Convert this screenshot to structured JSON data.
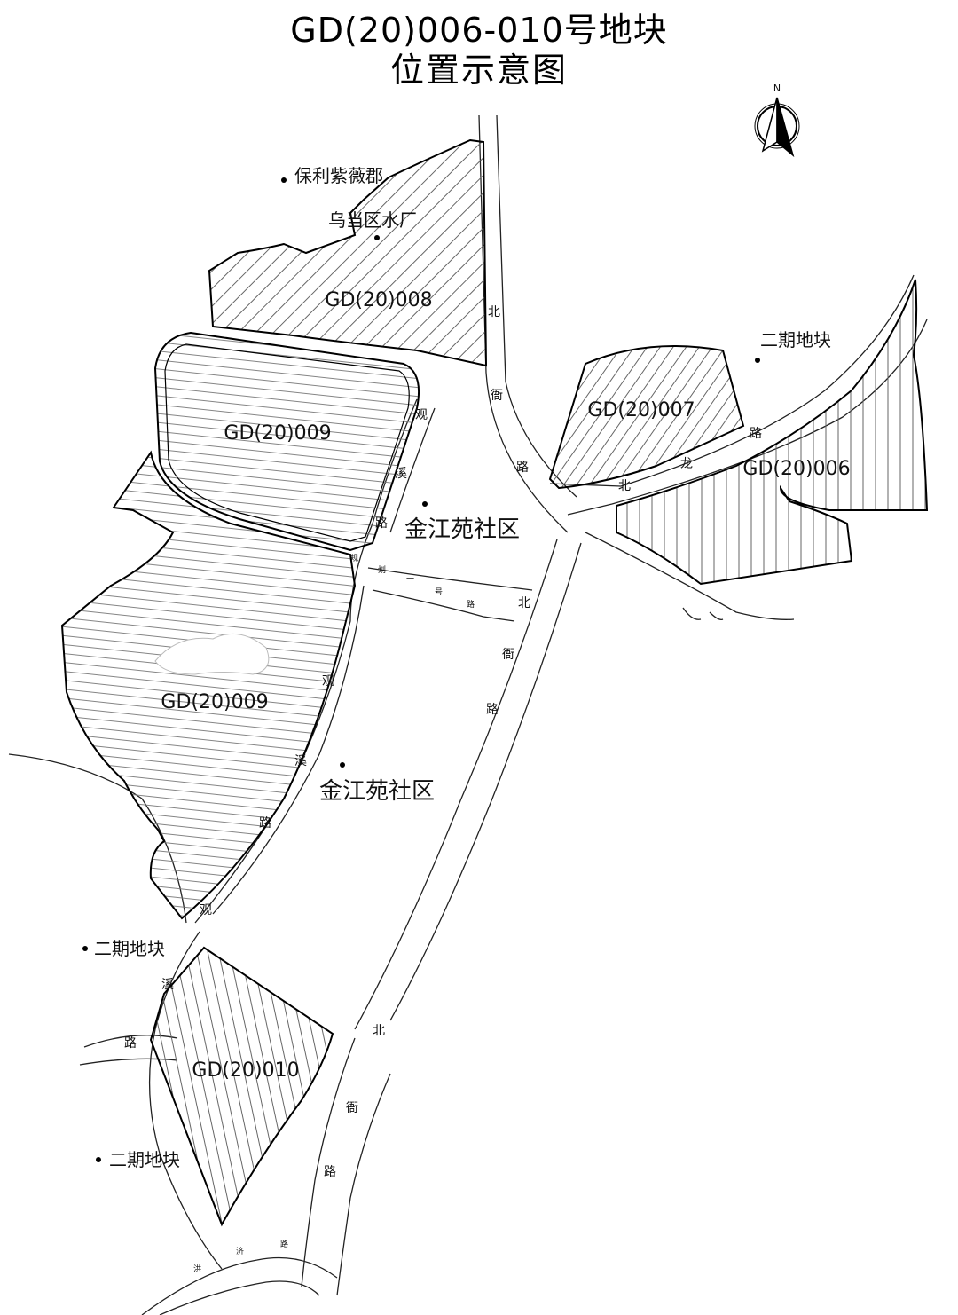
{
  "title": {
    "line1": "GD(20)006-010号地块",
    "line2": "位置示意图"
  },
  "compass": {
    "label": "N",
    "icon": "north-arrow-icon"
  },
  "parcels": [
    {
      "id": "006",
      "label": "GD(20)006",
      "hatch": "vertical"
    },
    {
      "id": "007",
      "label": "GD(20)007",
      "hatch": "diagonal"
    },
    {
      "id": "008",
      "label": "GD(20)008",
      "hatch": "diagonal"
    },
    {
      "id": "009a",
      "label": "GD(20)009",
      "hatch": "horizontal"
    },
    {
      "id": "009b",
      "label": "GD(20)009",
      "hatch": "horizontal"
    },
    {
      "id": "010",
      "label": "GD(20)010",
      "hatch": "vertical"
    }
  ],
  "pois": [
    {
      "name": "保利紫薇郡"
    },
    {
      "name": "乌当区水厂"
    },
    {
      "name": "二期地块"
    },
    {
      "name": "金江苑社区"
    },
    {
      "name": "金江苑社区"
    },
    {
      "name": "二期地块"
    },
    {
      "name": "二期地块"
    }
  ],
  "roads": {
    "beiheng_1": [
      "北",
      "衙",
      "路"
    ],
    "beiheng_2": [
      "北",
      "衙",
      "路"
    ],
    "beiheng_3": [
      "北",
      "衙",
      "路"
    ],
    "beilong": [
      "路",
      "龙",
      "北"
    ],
    "guanxi_1": [
      "观",
      "溪",
      "路"
    ],
    "guanxi_2": [
      "观",
      "溪",
      "路"
    ],
    "guanxi_3": [
      "观",
      "溪",
      "路"
    ],
    "planned": [
      "规",
      "划",
      "一",
      "号",
      "路"
    ],
    "hongji": [
      "洪",
      "济",
      "路"
    ]
  },
  "colors": {
    "line": "#000000",
    "hatch": "#666666",
    "background": "#ffffff"
  }
}
